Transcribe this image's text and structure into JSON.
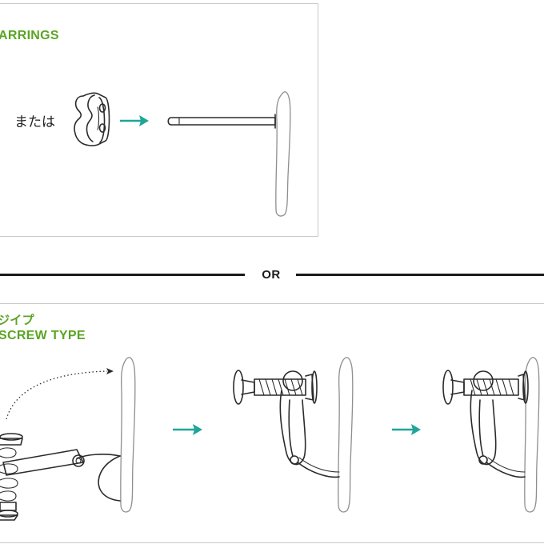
{
  "top_panel": {
    "heading": "ARRINGS",
    "alt_label": "または"
  },
  "divider": {
    "label": "OR"
  },
  "bottom_panel": {
    "heading_ja": "ジイプ",
    "heading_en": "SCREW TYPE"
  },
  "colors": {
    "heading_green": "#5aa524",
    "arrow_teal": "#1fa59a",
    "line_ink": "#2b2b2b",
    "panel_border": "#c9c9c9"
  },
  "icons": [
    "earring-back-icon",
    "post-pin-icon",
    "earlobe-icon",
    "screw-clip-earring-icon",
    "step-arrow-icon",
    "dotted-motion-arrow-icon"
  ]
}
